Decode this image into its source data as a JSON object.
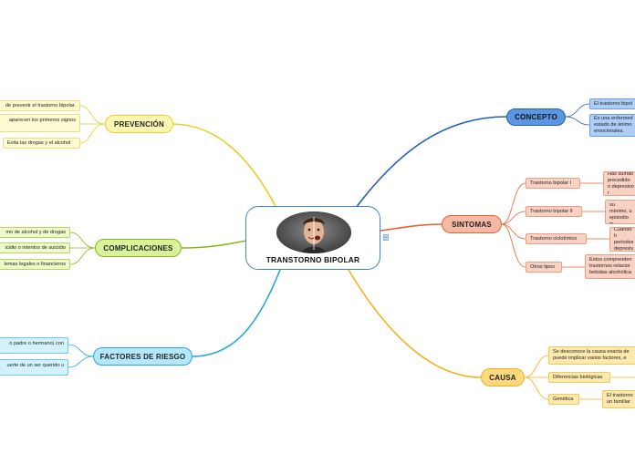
{
  "center": {
    "title": "TRANSTORNO BIPOLAR",
    "image_icon": "two-faced-person-photo"
  },
  "note_icon": "note-icon",
  "colors": {
    "prevencion": "#e8cd2a",
    "complicaciones": "#8fb31a",
    "factores": "#27a6dd",
    "concepto": "#1e5fb4",
    "sintomas": "#e2622f",
    "causa": "#f0b21d"
  },
  "branches": {
    "prevencion": {
      "label": "PREVENCIÓN",
      "items": [
        "de prevenir el trastorno bipolar.",
        "aparecen los primeros signos",
        "Evita las drogas y el alcohol"
      ]
    },
    "complicaciones": {
      "label": "COMPLICACIONES",
      "items": [
        "mo de alcohol y de drogas",
        "icidio o intentos de suicidio",
        "lemas legales o financieros"
      ]
    },
    "factores": {
      "label": "FACTORES DE RIESGO",
      "items": [
        "o padre o hermano) con",
        "uerte de un ser querido u"
      ]
    },
    "concepto": {
      "label": "CONCEPTO",
      "items": [
        "El trastorno bipol",
        "Es una enfermed estado de ánimo emocionales."
      ]
    },
    "sintomas": {
      "label": "SINTOMAS",
      "items": [
        {
          "label": "Trastorno bipolar I",
          "detail": "Has sufrido precedido o depresivo r"
        },
        {
          "label": "Trastorno bipolar II",
          "detail": "Cuando su mínimo, u episodio m"
        },
        {
          "label": "Trastorno ciclotímico",
          "detail": "Cuando h periodos depresiv"
        },
        {
          "label": "Otros tipos",
          "detail": "Estos comprenden trastornos relacior bebidas alcohólica"
        }
      ]
    },
    "causa": {
      "label": "CAUSA",
      "items": [
        {
          "label": "Se desconoce la causa exacta de puede implicar varios factores, e",
          "detail": ""
        },
        {
          "label": "Diferencias biológicas",
          "detail": ""
        },
        {
          "label": "Genética",
          "detail": "El trastorno un familiar"
        }
      ]
    }
  }
}
